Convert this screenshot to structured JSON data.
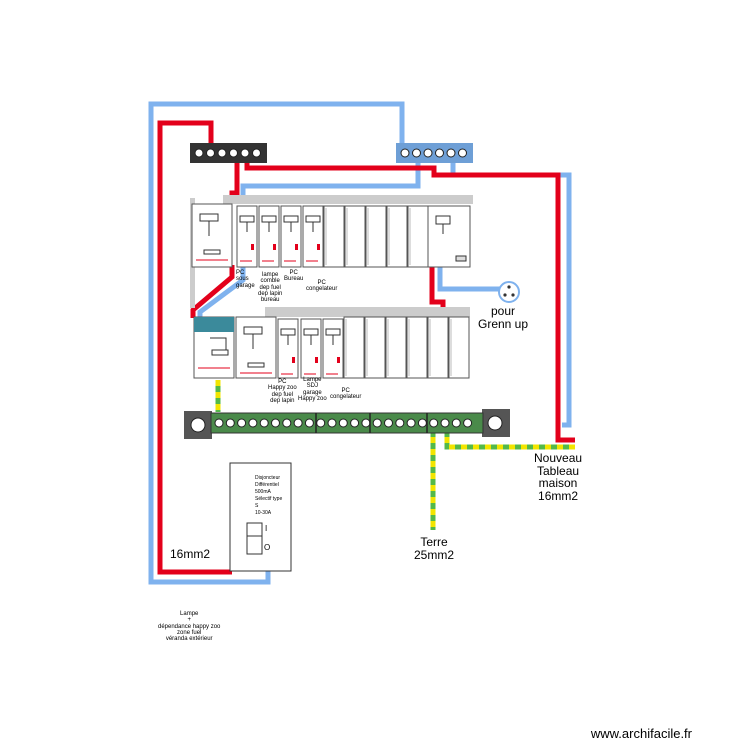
{
  "colors": {
    "phase": "#e3001b",
    "neutral": "#7fb2ee",
    "earth_green": "#54b948",
    "earth_yellow": "#f2e500",
    "bus_dark": "#333333",
    "bus_blue": "#6e9fd6",
    "green_bar": "#4a8a4a",
    "breaker_fill": "#ffffff",
    "rail": "#cccccc",
    "differential_blue": "#3b8a9b"
  },
  "labels": {
    "row1_lamp": [
      "lampe",
      "comble",
      "dep fuel",
      "dep lapin",
      "bureau"
    ],
    "row1_pc_garage": [
      "PC",
      "sous",
      "garage"
    ],
    "row1_pc_bureau": [
      "PC",
      "Bureau"
    ],
    "row1_pc_congel": [
      "PC",
      "congelateur"
    ],
    "row2_pc_happy": [
      "PC",
      "Happy zoo",
      "dep fuel",
      "dep lapin"
    ],
    "row2_lampe_sdj": [
      "Lampe",
      "SDJ",
      "garage",
      "Happy zoo"
    ],
    "row2_pc_congel": [
      "PC",
      "congelateur"
    ],
    "pour": [
      "pour",
      "Grenn up"
    ],
    "nouveau": [
      "Nouveau",
      "Tableau",
      "maison",
      "16mm2"
    ],
    "terre": [
      "Terre",
      "25mm2"
    ],
    "cable16": "16mm2",
    "lampe_bottom": [
      "Lampe",
      "+",
      "dépendance happy zoo",
      "zone fuel",
      "véranda extérieur"
    ],
    "disjoncteur": [
      "Disjoncteur",
      "Différentiel",
      "500mA",
      "Sélectif type",
      "S",
      "10-30A"
    ],
    "toggle": [
      "I",
      "O"
    ],
    "watermark": "www.archifacile.fr"
  }
}
